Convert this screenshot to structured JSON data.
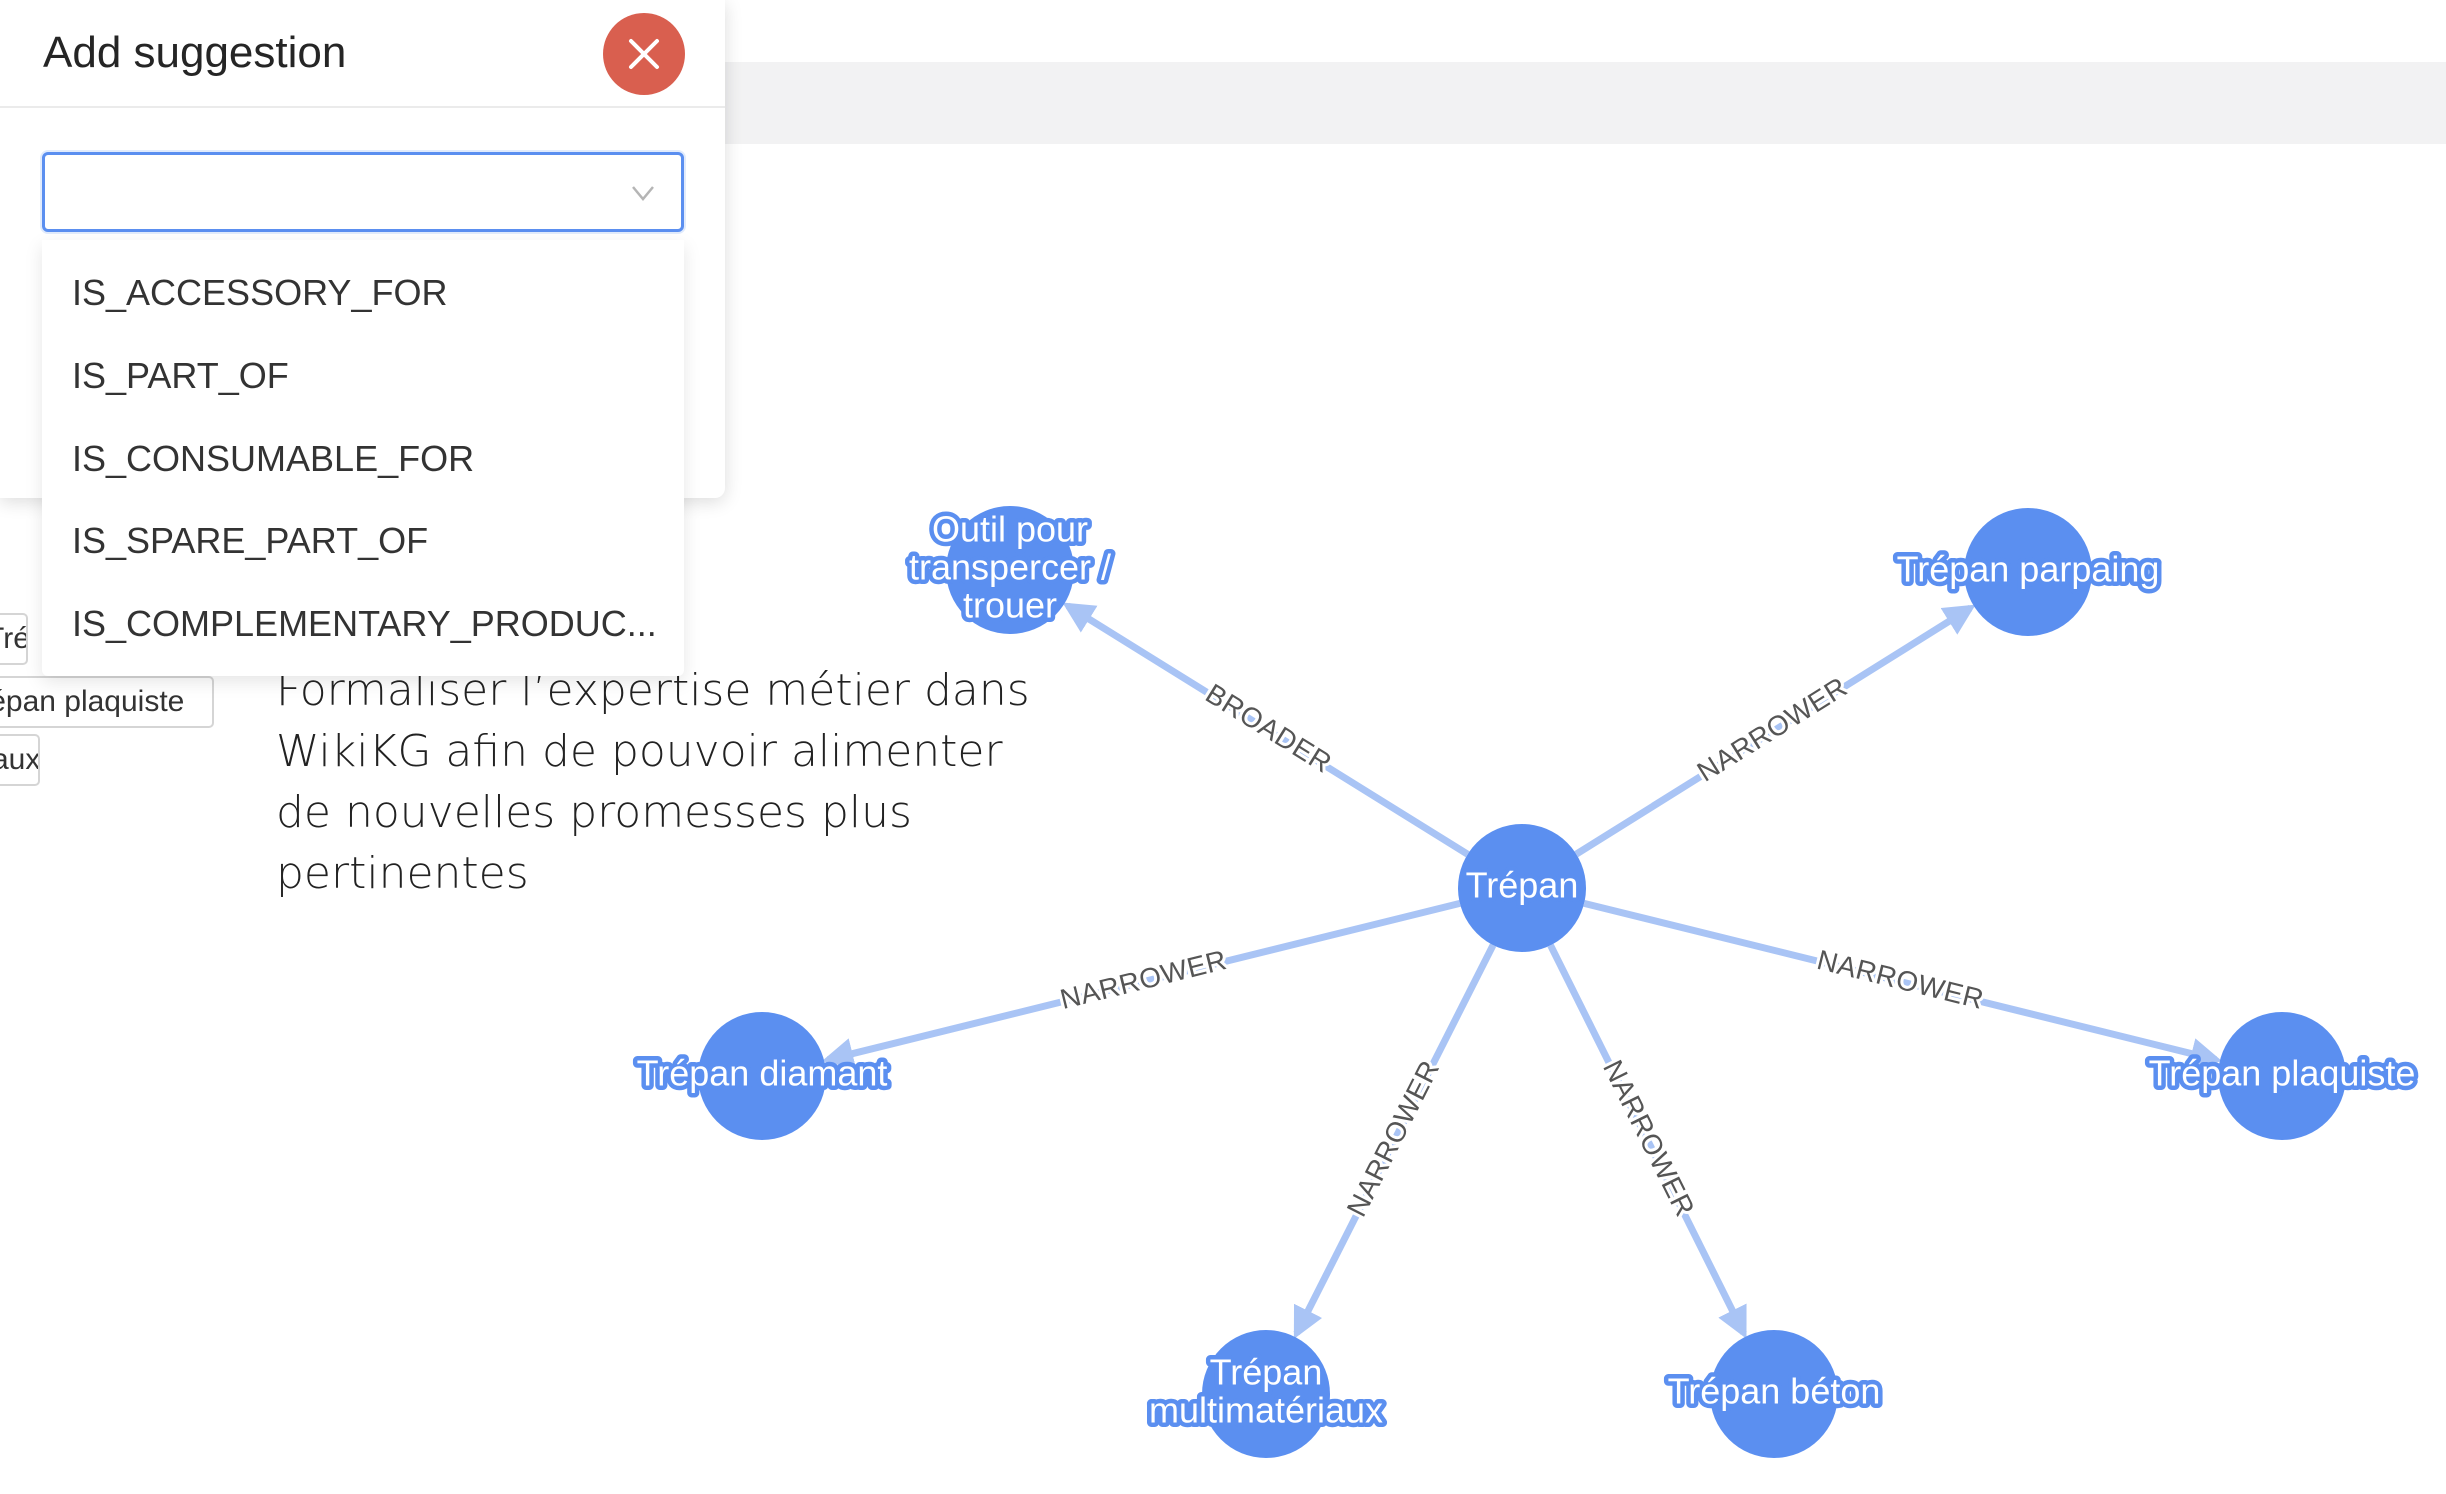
{
  "modal": {
    "title": "Add suggestion",
    "close_icon": "close-icon",
    "select": {
      "value": "",
      "placeholder": "",
      "chevron_icon": "chevron-down-icon"
    },
    "options": [
      "IS_ACCESSORY_FOR",
      "IS_PART_OF",
      "IS_CONSUMABLE_FOR",
      "IS_SPARE_PART_OF",
      "IS_COMPLEMENTARY_PRODUC..."
    ]
  },
  "background_tags": [
    "Trép",
    "Trépan plaquiste",
    "aux"
  ],
  "description": [
    "Formaliser l’expertise métier dans",
    "WikiKG afin de pouvoir alimenter",
    "de nouvelles promesses plus",
    "pertinentes"
  ],
  "graph": {
    "center": {
      "id": "trepan",
      "label": [
        "Trépan"
      ]
    },
    "nodes": [
      {
        "id": "outil",
        "label": [
          "Outil pour",
          "transpercer /",
          "trouer"
        ],
        "relation": "BROADER"
      },
      {
        "id": "parpaing",
        "label": [
          "Trépan parpaing"
        ],
        "relation": "NARROWER"
      },
      {
        "id": "diamant",
        "label": [
          "Trépan diamant"
        ],
        "relation": "NARROWER"
      },
      {
        "id": "plaquiste",
        "label": [
          "Trépan plaquiste"
        ],
        "relation": "NARROWER"
      },
      {
        "id": "multi",
        "label": [
          "Trépan",
          "multimatériaux"
        ],
        "relation": "NARROWER"
      },
      {
        "id": "beton",
        "label": [
          "Trépan béton"
        ],
        "relation": "NARROWER"
      }
    ]
  },
  "colors": {
    "node": "#5b8ff0",
    "edge": "#a9c4f5",
    "close_button": "#d95f4f",
    "select_border": "#5b8ff0"
  }
}
